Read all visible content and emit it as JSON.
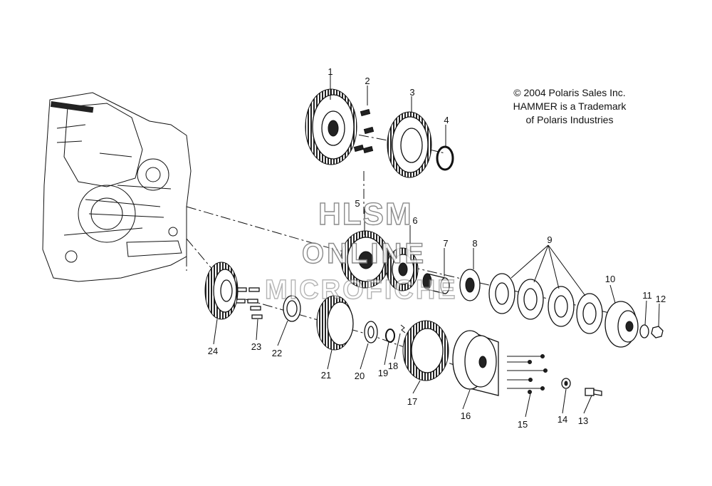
{
  "copyright": {
    "line1": "© 2004 Polaris Sales Inc.",
    "line2": "HAMMER is a Trademark",
    "line3": "of Polaris Industries"
  },
  "watermark": {
    "line1": "HLSM",
    "line2": "ONLINE",
    "line3": "MICROFICHE"
  },
  "callouts": {
    "c1": "1",
    "c2": "2",
    "c3": "3",
    "c4": "4",
    "c5": "5",
    "c6": "6",
    "c7": "7",
    "c8": "8",
    "c9": "9",
    "c10": "10",
    "c11": "11",
    "c12": "12",
    "c13": "13",
    "c14": "14",
    "c15": "15",
    "c16": "16",
    "c17": "17",
    "c18": "18",
    "c19": "19",
    "c20": "20",
    "c21": "21",
    "c22": "22",
    "c23": "23",
    "c24": "24"
  }
}
